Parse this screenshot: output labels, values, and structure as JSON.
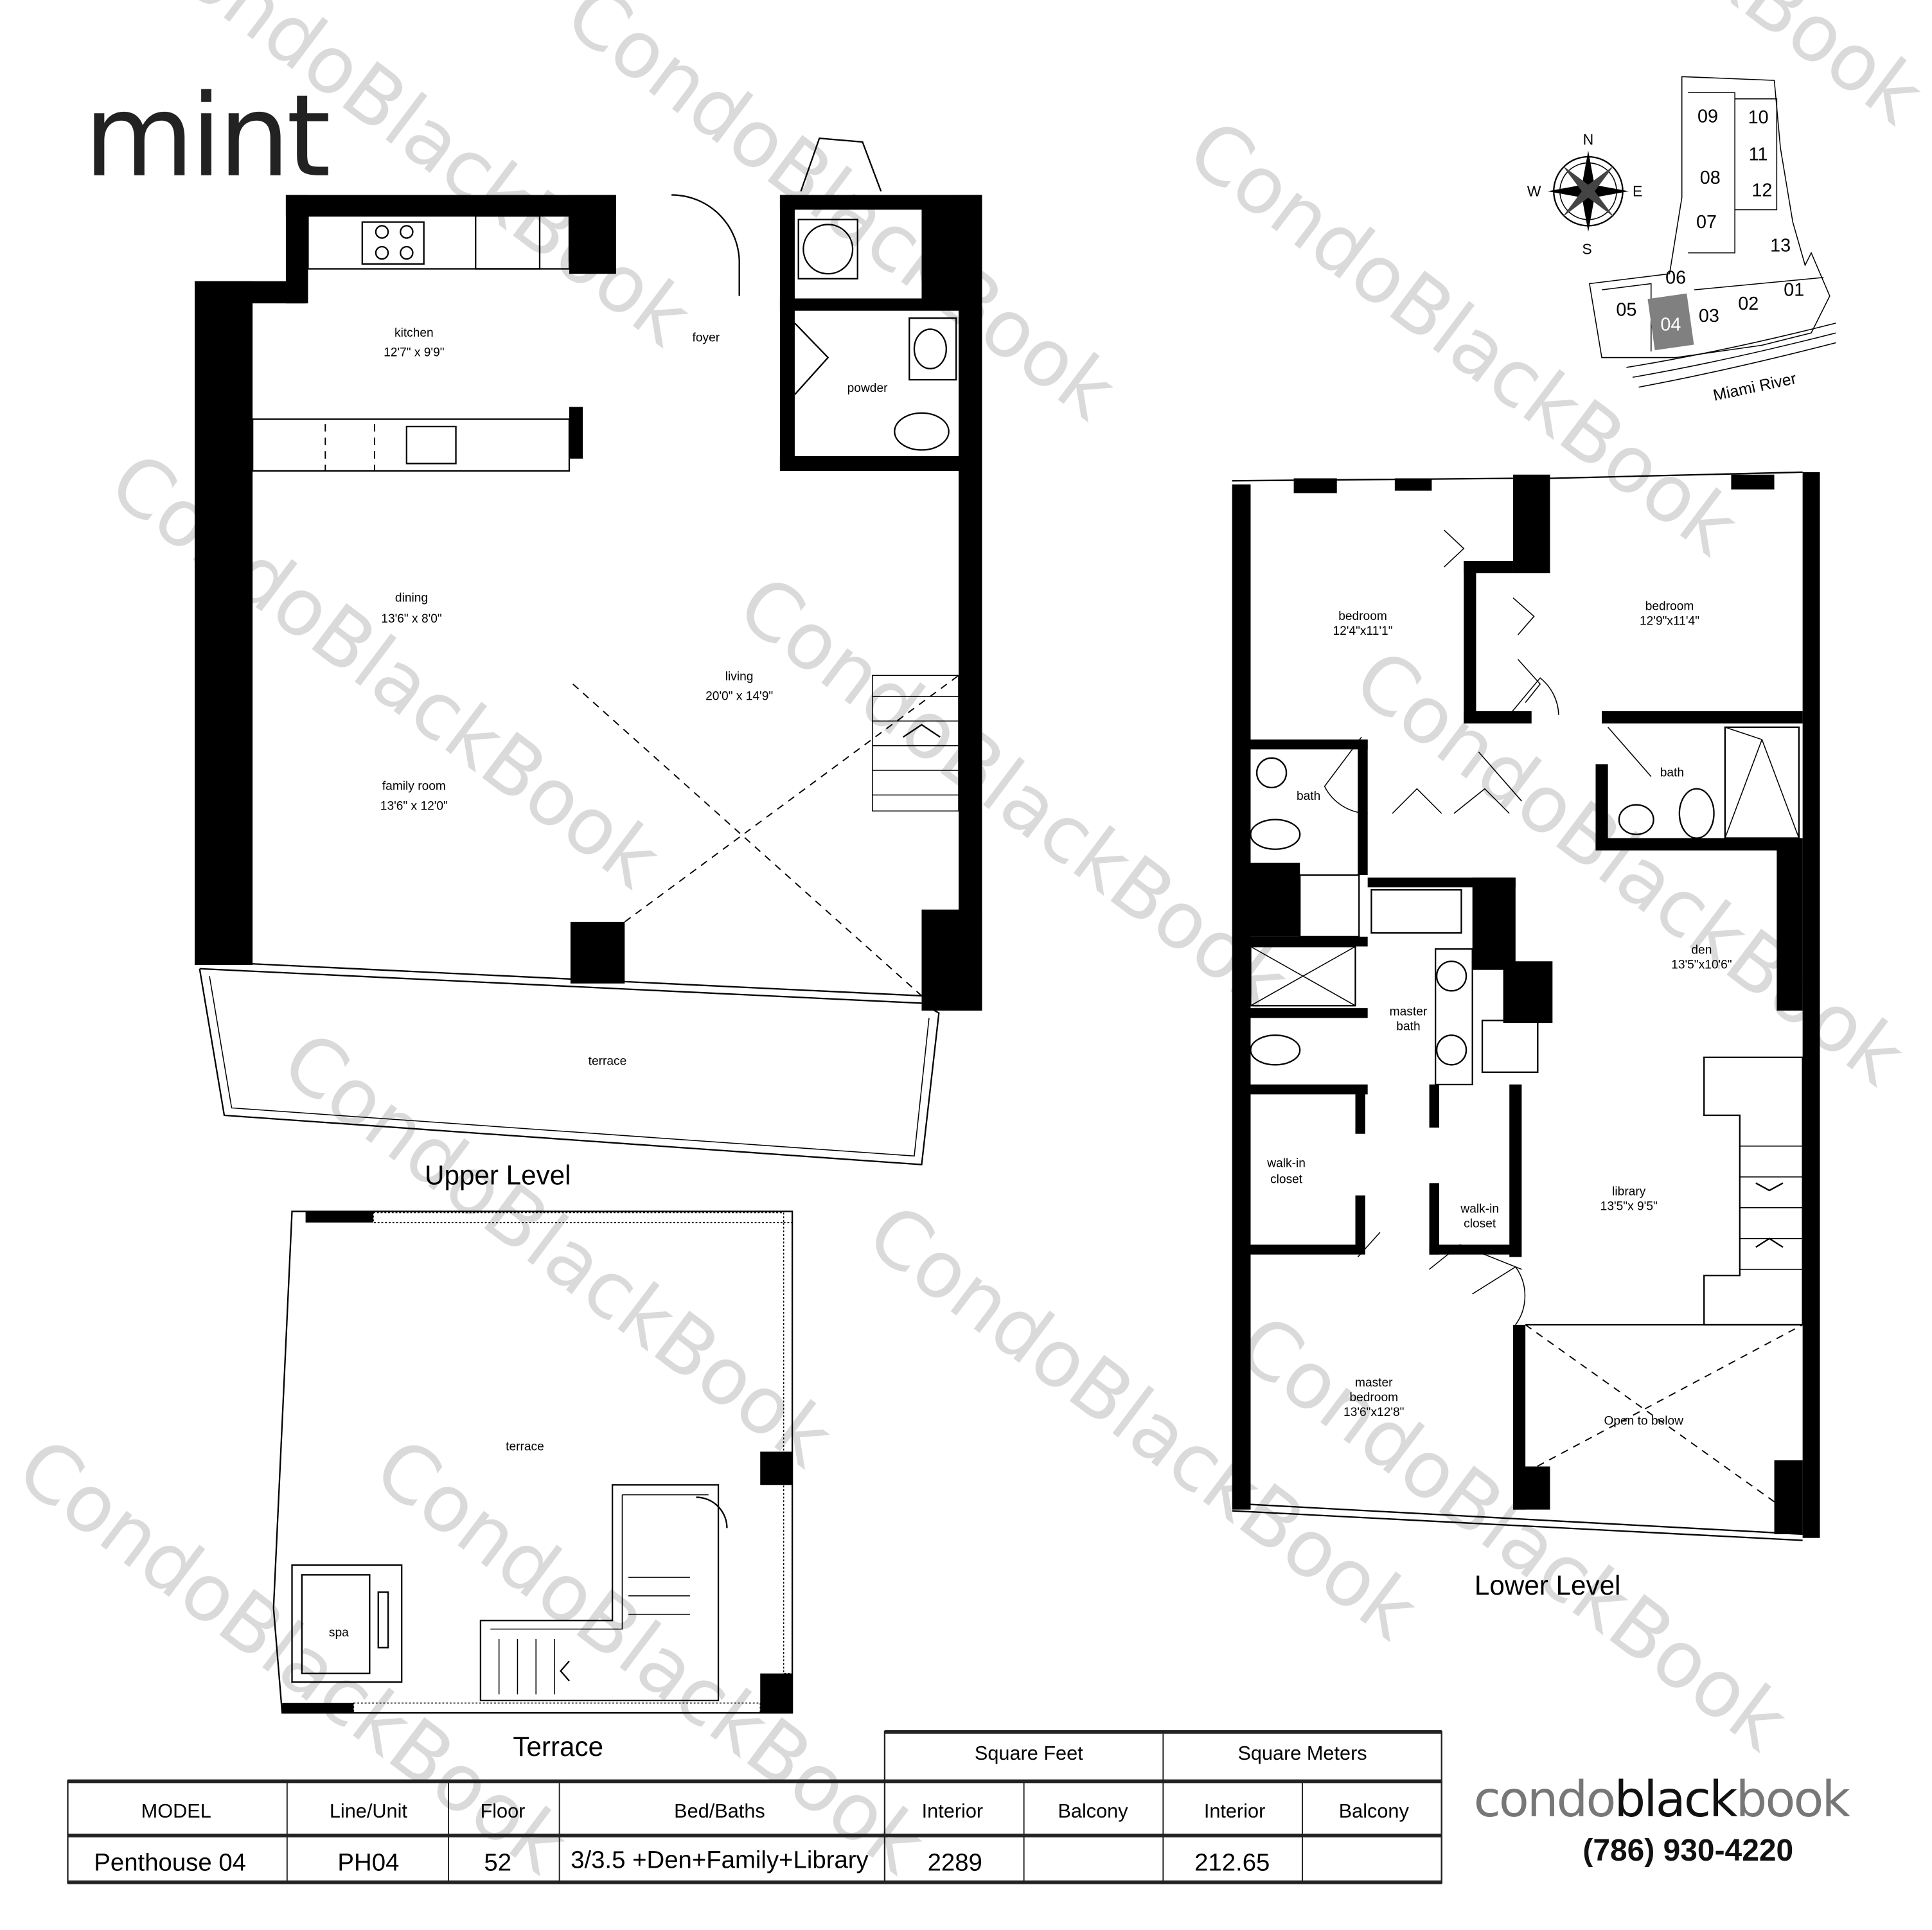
{
  "brand": {
    "logo": "mint"
  },
  "watermark": "CondoBlackBook",
  "upper_level": {
    "caption": "Upper Level",
    "rooms": {
      "kitchen": {
        "name": "kitchen",
        "size": "12'7\" x 9'9\""
      },
      "foyer": {
        "name": "foyer"
      },
      "powder": {
        "name": "powder"
      },
      "dining": {
        "name": "dining",
        "size": "13'6\" x 8'0\""
      },
      "living": {
        "name": "living",
        "size": "20'0\" x 14'9\""
      },
      "family_room": {
        "name": "family room",
        "size": "13'6\" x 12'0\""
      },
      "terrace": {
        "name": "terrace"
      }
    }
  },
  "terrace_level": {
    "caption": "Terrace",
    "rooms": {
      "terrace": {
        "name": "terrace"
      },
      "spa": {
        "name": "spa"
      }
    }
  },
  "lower_level": {
    "caption": "Lower Level",
    "rooms": {
      "bedroom1": {
        "name": "bedroom",
        "size": "12'4\"x11'1\""
      },
      "bedroom2": {
        "name": "bedroom",
        "size": "12'9\"x11'4\""
      },
      "bath1": {
        "name": "bath"
      },
      "bath2": {
        "name": "bath"
      },
      "den": {
        "name": "den",
        "size": "13'5\"x10'6\""
      },
      "master_bath": {
        "line1": "master",
        "line2": "bath"
      },
      "walkin1": {
        "line1": "walk-in",
        "line2": "closet"
      },
      "walkin2": {
        "line1": "walk-in",
        "line2": "closet"
      },
      "library": {
        "name": "library",
        "size": "13'5\"x 9'5\""
      },
      "master_bedroom": {
        "line1": "master",
        "line2": "bedroom",
        "size": "13'6\"x12'8\""
      },
      "open_below": {
        "name": "Open to below"
      }
    }
  },
  "key_plan": {
    "compass": {
      "n": "N",
      "s": "S",
      "e": "E",
      "w": "W"
    },
    "units": [
      "09",
      "10",
      "08",
      "11",
      "12",
      "07",
      "13",
      "06",
      "05",
      "04",
      "03",
      "02",
      "01"
    ],
    "highlighted_unit": "04",
    "highlight_color": "#808080",
    "river": "Miami River"
  },
  "table": {
    "group_headers": {
      "sqft": "Square Feet",
      "sqm": "Square Meters"
    },
    "headers": [
      "MODEL",
      "Line/Unit",
      "Floor",
      "Bed/Baths",
      "Interior",
      "Balcony",
      "Interior",
      "Balcony"
    ],
    "row": [
      "Penthouse 04",
      "PH04",
      "52",
      "3/3.5 +Den+Family+Library",
      "2289",
      "",
      "212.65",
      ""
    ]
  },
  "footer_brand": {
    "part1": "condo",
    "part2": "black",
    "part3": "book",
    "phone": "(786) 930-4220"
  }
}
